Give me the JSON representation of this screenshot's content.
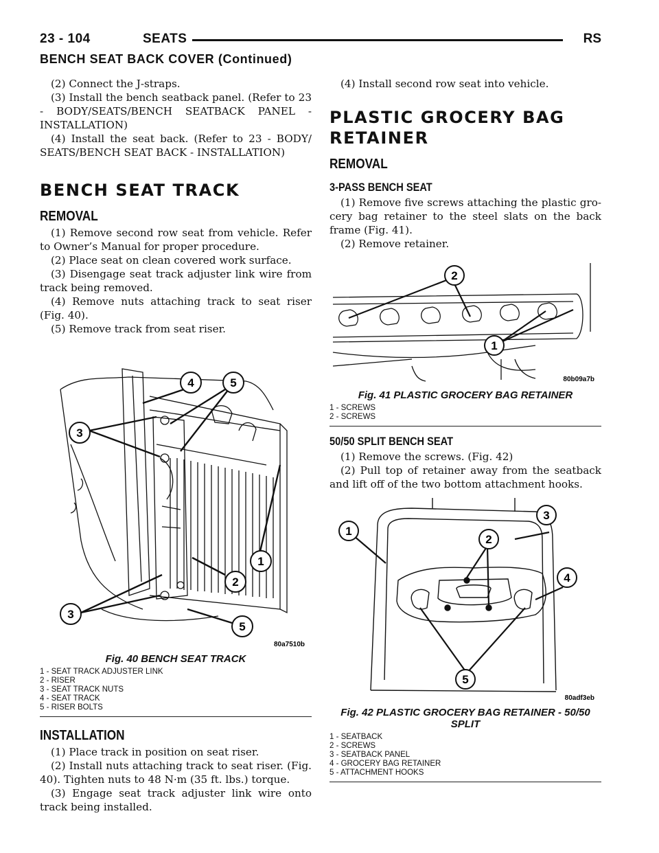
{
  "header": {
    "page": "23 - 104",
    "section": "SEATS",
    "code": "RS"
  },
  "continued": "BENCH SEAT BACK COVER (Continued)",
  "left": {
    "intro": [
      "(2) Connect the J-straps.",
      "(3) Install the bench seatback panel. (Refer to 23 - BODY/SEATS/BENCH SEATBACK PANEL - INSTALLATION)",
      "(4) Install the seat back. (Refer to 23 - BODY/ SEATS/BENCH SEAT BACK - INSTALLATION)"
    ],
    "section_title": "BENCH SEAT TRACK",
    "removal_title": "REMOVAL",
    "removal_steps": [
      "(1) Remove second row seat from vehicle. Refer to Owner’s Manual for proper procedure.",
      "(2) Place seat on clean covered work surface.",
      "(3) Disengage seat track adjuster link wire from track being removed.",
      "(4) Remove nuts attaching track to seat riser (Fig. 40).",
      "(5) Remove track from seat riser."
    ],
    "fig40": {
      "code": "80a7510b",
      "caption": "Fig. 40 BENCH SEAT TRACK",
      "callouts": [
        "4",
        "5",
        "3",
        "1",
        "2",
        "3",
        "5"
      ],
      "legend": [
        "1 - SEAT TRACK ADJUSTER LINK",
        "2 - RISER",
        "3 - SEAT TRACK NUTS",
        "4 - SEAT TRACK",
        "5 - RISER BOLTS"
      ]
    },
    "installation_title": "INSTALLATION",
    "installation_steps": [
      "(1) Place track in position on seat riser.",
      "(2) Install nuts attaching track to seat riser. (Fig. 40). Tighten nuts to 48 N·m (35 ft. lbs.) torque.",
      "(3) Engage seat track adjuster link wire onto track being installed."
    ]
  },
  "right": {
    "top_step": "(4) Install second row seat into vehicle.",
    "section_title": "PLASTIC GROCERY BAG RETAINER",
    "removal_title": "REMOVAL",
    "sub1_title": "3-PASS BENCH SEAT",
    "sub1_steps": [
      "(1) Remove five screws attaching the plastic gro- cery bag retainer to the steel slats on the back frame (Fig. 41).",
      "(2) Remove retainer."
    ],
    "fig41": {
      "code": "80b09a7b",
      "caption": "Fig. 41 PLASTIC GROCERY BAG RETAINER",
      "callouts": [
        "2",
        "1"
      ],
      "legend": [
        "1 - SCREWS",
        "2 - SCREWS"
      ]
    },
    "sub2_title": "50/50 SPLIT BENCH SEAT",
    "sub2_steps": [
      "(1) Remove the screws. (Fig. 42)",
      "(2) Pull top of retainer away from the seatback and lift off of the two bottom attachment hooks."
    ],
    "fig42": {
      "code": "80adf3eb",
      "caption_line1": "Fig. 42 PLASTIC GROCERY BAG RETAINER - 50/50",
      "caption_line2": "SPLIT",
      "callouts": [
        "1",
        "2",
        "3",
        "4",
        "5"
      ],
      "legend": [
        "1 - SEATBACK",
        "2 - SCREWS",
        "3 - SEATBACK PANEL",
        "4 - GROCERY BAG RETAINER",
        "5 - ATTACHMENT HOOKS"
      ]
    }
  }
}
